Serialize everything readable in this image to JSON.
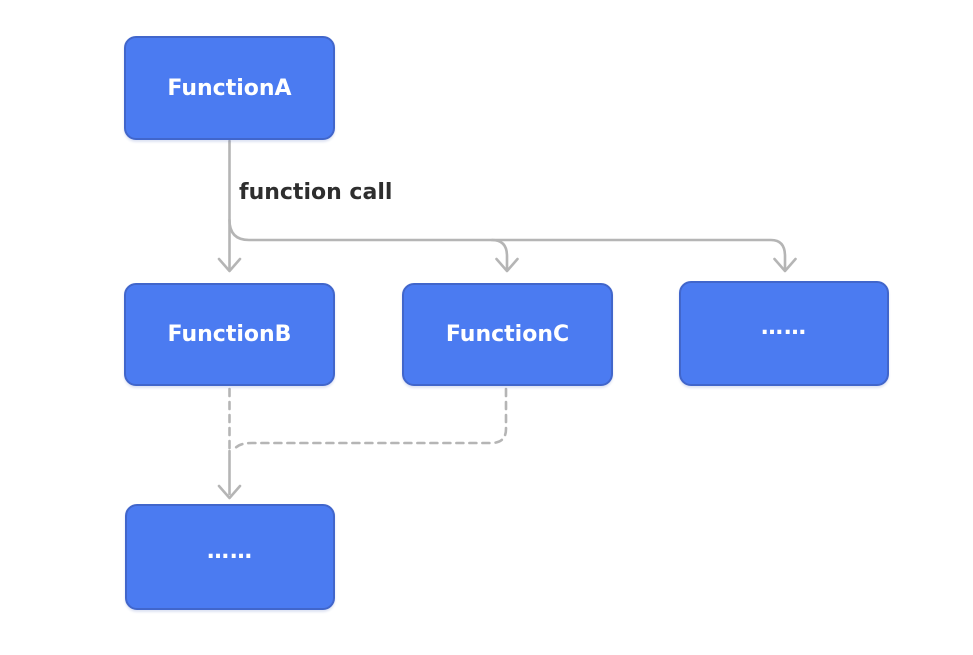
{
  "diagram": {
    "colors": {
      "background": "#ffffff",
      "node_fill": "#4b7bf1",
      "node_border": "#4166cb",
      "node_text": "#ffffff",
      "connector": "#b5b5b5",
      "label_text": "#2e2e2e"
    },
    "nodes": [
      {
        "id": "function-a",
        "label": "FunctionA"
      },
      {
        "id": "function-b",
        "label": "FunctionB"
      },
      {
        "id": "function-c",
        "label": "FunctionC"
      },
      {
        "id": "others-top",
        "label": "……"
      },
      {
        "id": "others-bottom",
        "label": "……"
      }
    ],
    "edges": [
      {
        "from": "FunctionA",
        "to": "FunctionB",
        "style": "solid",
        "label": "function call"
      },
      {
        "from": "FunctionA",
        "to": "FunctionC",
        "style": "solid",
        "label": ""
      },
      {
        "from": "FunctionA",
        "to": "……",
        "style": "solid",
        "label": ""
      },
      {
        "from": "FunctionB",
        "to": "…… (bottom)",
        "style": "dashed",
        "label": ""
      },
      {
        "from": "FunctionC",
        "to": "…… (bottom)",
        "style": "dashed",
        "label": ""
      }
    ]
  }
}
